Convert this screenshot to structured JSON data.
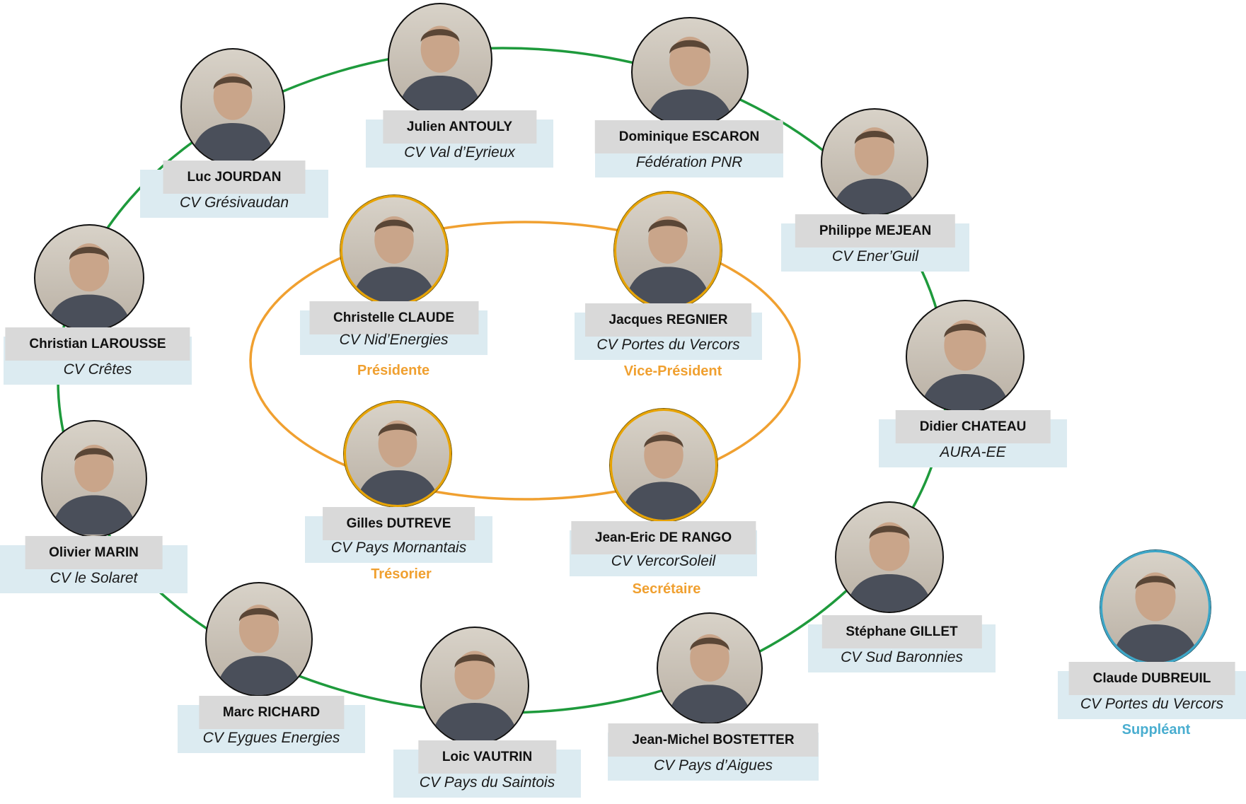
{
  "colors": {
    "outer_ring": "#1e9a3c",
    "inner_ring": "#f0a030",
    "card_bg": "#dcebf1",
    "name_bg": "#d9d9d9",
    "role_text": "#f0a030",
    "suppleant_text": "#4aaed0"
  },
  "members": [
    {
      "id": "julien",
      "name": "Julien ANTOULY",
      "org": "CV Val d’Eyrieux",
      "role": "",
      "group": "outer"
    },
    {
      "id": "dominique",
      "name": "Dominique ESCARON",
      "org": "Fédération PNR",
      "role": "",
      "group": "outer"
    },
    {
      "id": "philippe",
      "name": "Philippe MEJEAN",
      "org": "CV Ener’Guil",
      "role": "",
      "group": "outer"
    },
    {
      "id": "didier",
      "name": "Didier CHATEAU",
      "org": "AURA-EE",
      "role": "",
      "group": "outer"
    },
    {
      "id": "stephane",
      "name": "Stéphane GILLET",
      "org": "CV Sud Baronnies",
      "role": "",
      "group": "outer"
    },
    {
      "id": "jeanmichel",
      "name": "Jean-Michel BOSTETTER",
      "org": "CV Pays d’Aigues",
      "role": "",
      "group": "outer"
    },
    {
      "id": "loic",
      "name": "Loic VAUTRIN",
      "org": "CV Pays du Saintois",
      "role": "",
      "group": "outer"
    },
    {
      "id": "marc",
      "name": "Marc RICHARD",
      "org": "CV Eygues Energies",
      "role": "",
      "group": "outer"
    },
    {
      "id": "olivier",
      "name": "Olivier MARIN",
      "org": "CV le Solaret",
      "role": "",
      "group": "outer"
    },
    {
      "id": "christian",
      "name": "Christian LAROUSSE",
      "org": "CV Crêtes",
      "role": "",
      "group": "outer"
    },
    {
      "id": "luc",
      "name": "Luc JOURDAN",
      "org": "CV Grésivaudan",
      "role": "",
      "group": "outer"
    },
    {
      "id": "christelle",
      "name": "Christelle CLAUDE",
      "org": "CV Nid’Energies",
      "role": "Présidente",
      "group": "bureau"
    },
    {
      "id": "jacques",
      "name": "Jacques REGNIER",
      "org": "CV Portes du Vercors",
      "role": "Vice-Président",
      "group": "bureau"
    },
    {
      "id": "gilles",
      "name": "Gilles DUTREVE",
      "org": "CV Pays Mornantais",
      "role": "Trésorier",
      "group": "bureau"
    },
    {
      "id": "jeaneric",
      "name": "Jean-Eric DE RANGO",
      "org": "CV VercorSoleil",
      "role": "Secrétaire",
      "group": "bureau"
    },
    {
      "id": "claude",
      "name": "Claude DUBREUIL",
      "org": "CV Portes du Vercors",
      "role": "Suppléant",
      "group": "suppleant"
    }
  ]
}
